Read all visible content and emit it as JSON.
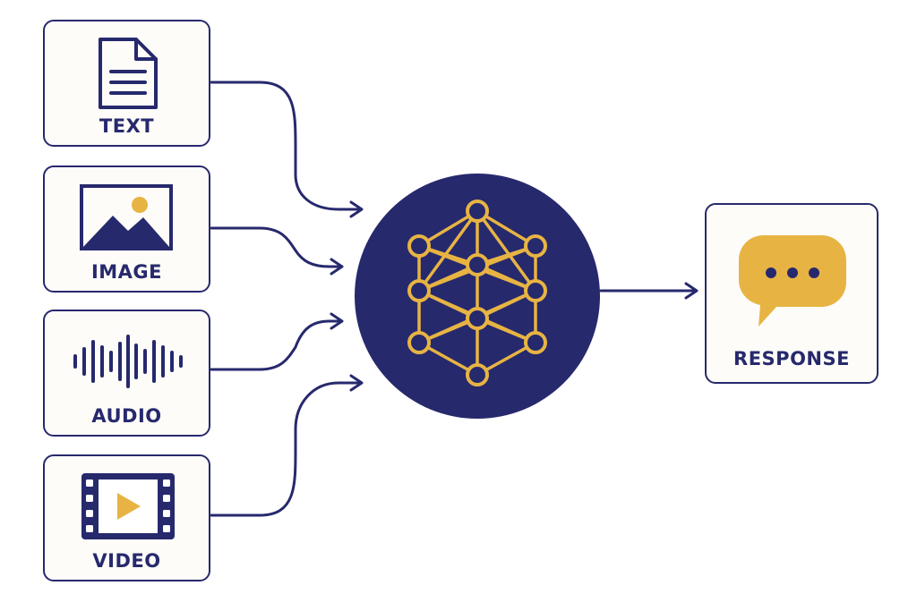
{
  "colors": {
    "navy": "#27296d",
    "gold": "#e7b443",
    "card_bg": "#fdfcf8"
  },
  "inputs": [
    {
      "id": "text",
      "label": "TEXT",
      "icon": "document-icon"
    },
    {
      "id": "image",
      "label": "IMAGE",
      "icon": "image-icon"
    },
    {
      "id": "audio",
      "label": "AUDIO",
      "icon": "waveform-icon"
    },
    {
      "id": "video",
      "label": "VIDEO",
      "icon": "film-play-icon"
    }
  ],
  "hub": {
    "icon": "neural-network-icon"
  },
  "output": {
    "label": "RESPONSE",
    "icon": "speech-bubble-icon"
  }
}
